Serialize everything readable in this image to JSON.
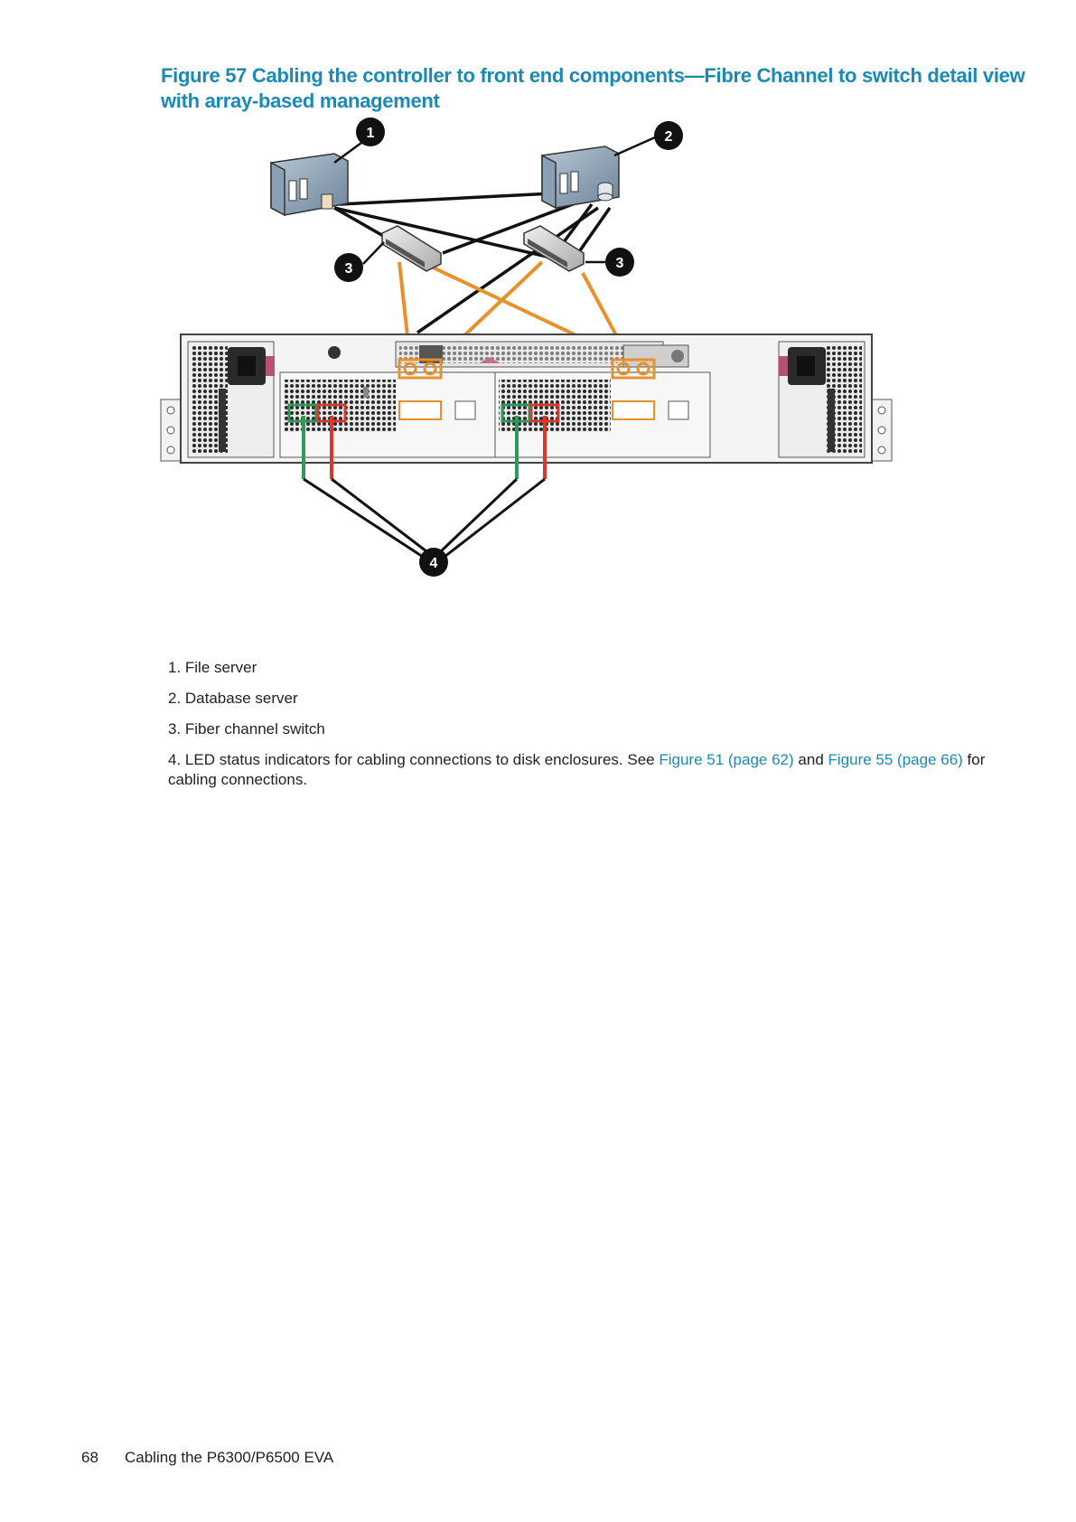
{
  "figure": {
    "title": "Figure 57 Cabling the controller to front end components—Fibre Channel to switch detail view with array-based management",
    "callouts": [
      "1",
      "2",
      "3",
      "3",
      "4"
    ]
  },
  "legend": {
    "item1": "1. File server",
    "item2": "2. Database server",
    "item3": "3. Fiber channel switch",
    "item4_prefix": "4. LED status indicators for cabling connections to disk enclosures. See ",
    "item4_link1": "Figure 51 (page 62)",
    "item4_mid": " and ",
    "item4_link2": "Figure 55 (page 66)",
    "item4_suffix": " for cabling connections."
  },
  "footer": {
    "page_number": "68",
    "section": "Cabling the P6300/P6500 EVA"
  },
  "colors": {
    "heading": "#1a8ab5",
    "fc_cable": "#e8902c",
    "green_cable": "#2e9a5a",
    "red_cable": "#d63a2f"
  }
}
